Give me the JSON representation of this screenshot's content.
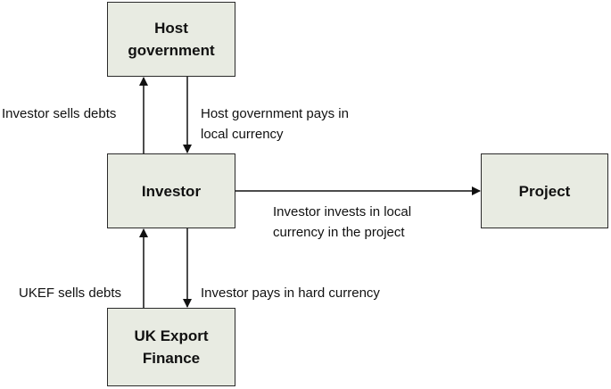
{
  "colors": {
    "node_fill": "#e8ebe2",
    "border": "#2a2a2a",
    "arrow": "#111111"
  },
  "nodes": {
    "host_government": "Host\ngovernment",
    "investor": "Investor",
    "project": "Project",
    "uk_export_finance": "UK Export\nFinance"
  },
  "edges": {
    "investor_sells_debts": "Investor sells debts",
    "host_government_pays": "Host government pays in\nlocal currency",
    "investor_invests": "Investor invests in local\ncurrency in the project",
    "ukef_sells_debts": "UKEF sells debts",
    "investor_pays_hard_currency": "Investor pays in hard currency"
  }
}
